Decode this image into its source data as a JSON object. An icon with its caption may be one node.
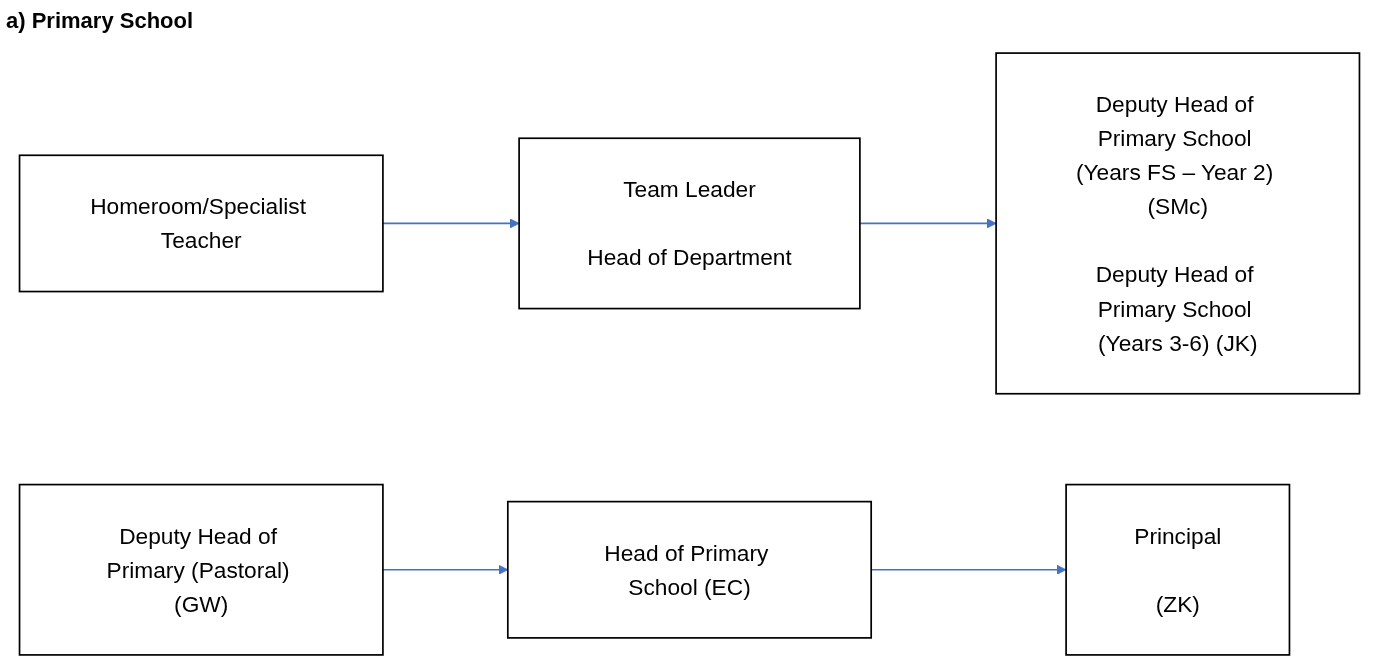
{
  "diagram": {
    "title": "a)  Primary School",
    "nodes": [
      {
        "text": [
          "Homeroom/Specialist Teacher"
        ]
      },
      {
        "text": [
          "Team Leader",
          "Head of Department"
        ]
      },
      {
        "text": [
          "Deputy Head of Primary School (Years FS – Year 2) (SMc)",
          "Deputy Head of Primary School (Years 3-6) (JK)"
        ]
      },
      {
        "text": [
          "Deputy Head of Primary (Pastoral) (GW)"
        ]
      },
      {
        "text": [
          "Head of Primary School (EC)"
        ]
      },
      {
        "text": [
          "Principal",
          "(ZK)"
        ]
      }
    ],
    "edges": [
      {
        "from": 0,
        "to": 1,
        "arrow": "to"
      },
      {
        "from": 1,
        "to": 2,
        "arrow": "to"
      },
      {
        "from": 3,
        "to": 4,
        "arrow": "to"
      },
      {
        "from": 4,
        "to": 5,
        "arrow": "to"
      }
    ]
  }
}
